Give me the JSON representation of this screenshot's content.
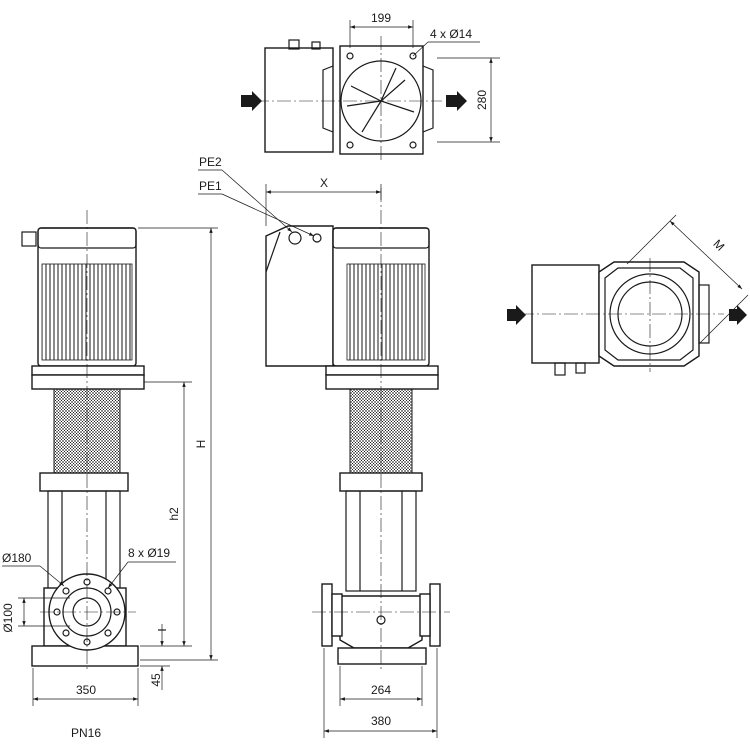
{
  "dimensions": {
    "top_width": "199",
    "bolt_holes_top": "4 x Ø14",
    "top_depth": "280",
    "pe2": "PE2",
    "pe1": "PE1",
    "x_label": "X",
    "m_label": "M",
    "h_label": "H",
    "h2_label": "h2",
    "flange_outer": "Ø180",
    "bolt_holes_flange": "8 x Ø19",
    "nominal_dia": "Ø100",
    "base_height": "45",
    "base_width_left": "350",
    "base_width_mid": "264",
    "flange_span": "380",
    "pressure_class": "PN16"
  },
  "colors": {
    "line": "#1a1a1a",
    "background": "#ffffff"
  }
}
